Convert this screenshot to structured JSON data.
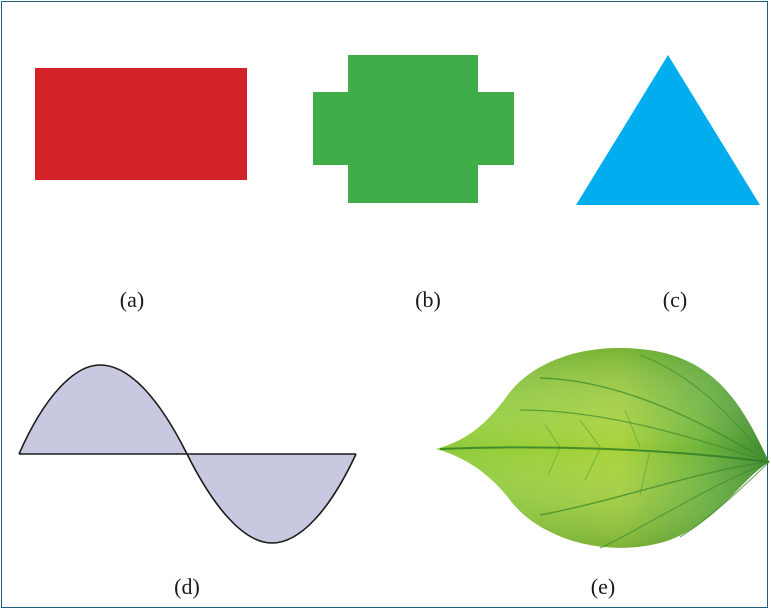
{
  "figure": {
    "panels": [
      {
        "id": "a",
        "caption": "(a)",
        "shape": "rectangle",
        "color": "#d2232a"
      },
      {
        "id": "b",
        "caption": "(b)",
        "shape": "cross",
        "color": "#3fae49"
      },
      {
        "id": "c",
        "caption": "(c)",
        "shape": "triangle",
        "color": "#00aeef"
      },
      {
        "id": "d",
        "caption": "(d)",
        "shape": "sine-wave",
        "color": "#c8c8e0"
      },
      {
        "id": "e",
        "caption": "(e)",
        "shape": "leaf",
        "color": "#7cc242"
      }
    ],
    "border_color": "#1f5f7a"
  }
}
